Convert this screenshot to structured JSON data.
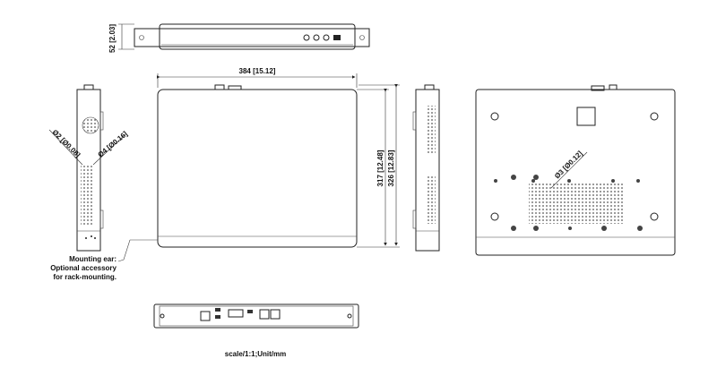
{
  "dimensions": {
    "height": "52 [2.03]",
    "width": "384 [15.12]",
    "depth_body": "317 [12.48]",
    "depth_total": "326 [12.83]",
    "hole_small": "Ø2 [Ø0.08]",
    "hole_medium": "Ø4 [Ø0.16]",
    "hole_bottom": "Ø3 [Ø0.12]"
  },
  "note": {
    "line1": "Mounting ear:",
    "line2": "Optional accessory",
    "line3": "for rack-mounting."
  },
  "scale": "scale/1:1;Unit/mm"
}
